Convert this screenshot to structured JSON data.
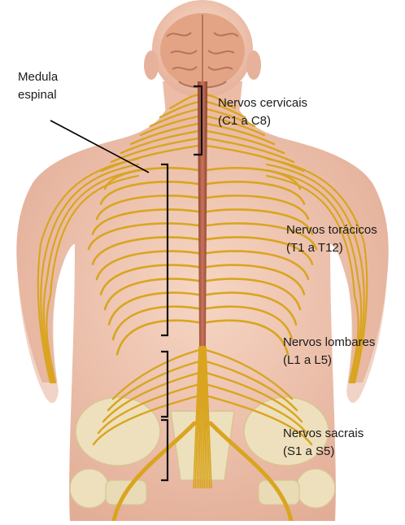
{
  "labels": {
    "spinal_cord": {
      "line1": "Medula",
      "line2": "espinal"
    },
    "cervical": {
      "name": "Nervos cervicais",
      "range": "(C1 a C8)"
    },
    "thoracic": {
      "name": "Nervos torácicos",
      "range": "(T1 a T12)"
    },
    "lumbar": {
      "name": "Nervos lombares",
      "range": "(L1 a L5)"
    },
    "sacral": {
      "name": "Nervos sacrais",
      "range": "(S1 a S5)"
    }
  },
  "colors": {
    "skin": "#f0c7b2",
    "skin_shadow": "#e0a892",
    "brain": "#e6a98a",
    "nerve": "#d9a520",
    "spinal_cord": "#b5654b",
    "bone": "#efe3c0",
    "bracket": "#111111"
  }
}
